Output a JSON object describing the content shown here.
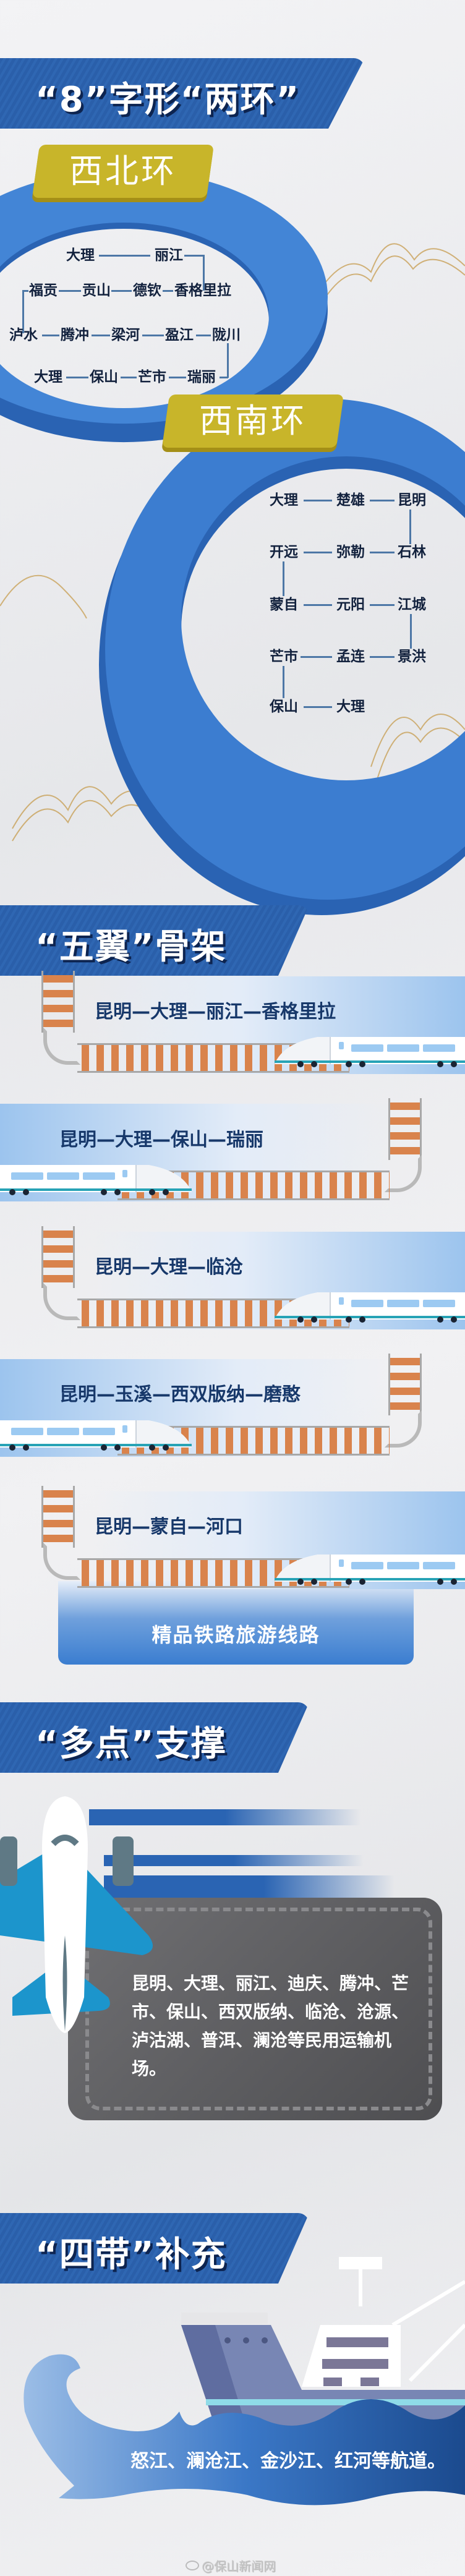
{
  "sections": {
    "ring": {
      "title": "“8”字形“两环”",
      "northwest": {
        "label": "西北环",
        "rows": [
          [
            "大理",
            "丽江"
          ],
          [
            "福贡",
            "贡山",
            "德钦",
            "香格里拉"
          ],
          [
            "泸水",
            "腾冲",
            "梁河",
            "盈江",
            "陇川"
          ],
          [
            "大理",
            "保山",
            "芒市",
            "瑞丽"
          ]
        ]
      },
      "southwest": {
        "label": "西南环",
        "rows": [
          [
            "大理",
            "楚雄",
            "昆明"
          ],
          [
            "开远",
            "弥勒",
            "石林"
          ],
          [
            "蒙自",
            "元阳",
            "江城"
          ],
          [
            "芒市",
            "孟连",
            "景洪"
          ],
          [
            "保山",
            "大理"
          ]
        ]
      }
    },
    "wings": {
      "title": "“五翼”骨架",
      "routes": [
        "昆明—大理—丽江—香格里拉",
        "昆明—大理—保山—瑞丽",
        "昆明—大理—临沧",
        "昆明—玉溪—西双版纳—磨憨",
        "昆明—蒙自—河口"
      ],
      "tour_label": "精品铁路旅游线路"
    },
    "points": {
      "title": "“多点”支撑",
      "airports_text": "昆明、大理、丽江、迪庆、腾冲、芒市、保山、西双版纳、临沧、沧源、泸沽湖、普洱、澜沧等民用运输机场。"
    },
    "belts": {
      "title": "“四带”补充",
      "waterways_text": "怒江、澜沧江、金沙江、红河等航道。"
    }
  },
  "watermark": "@保山新闻网",
  "colors": {
    "primary_blue": "#2f67b3",
    "ring_blue": "#3f7fd0",
    "gold": "#c8b52a",
    "text_navy": "#12213d",
    "box_gray": "#5f5f62"
  }
}
